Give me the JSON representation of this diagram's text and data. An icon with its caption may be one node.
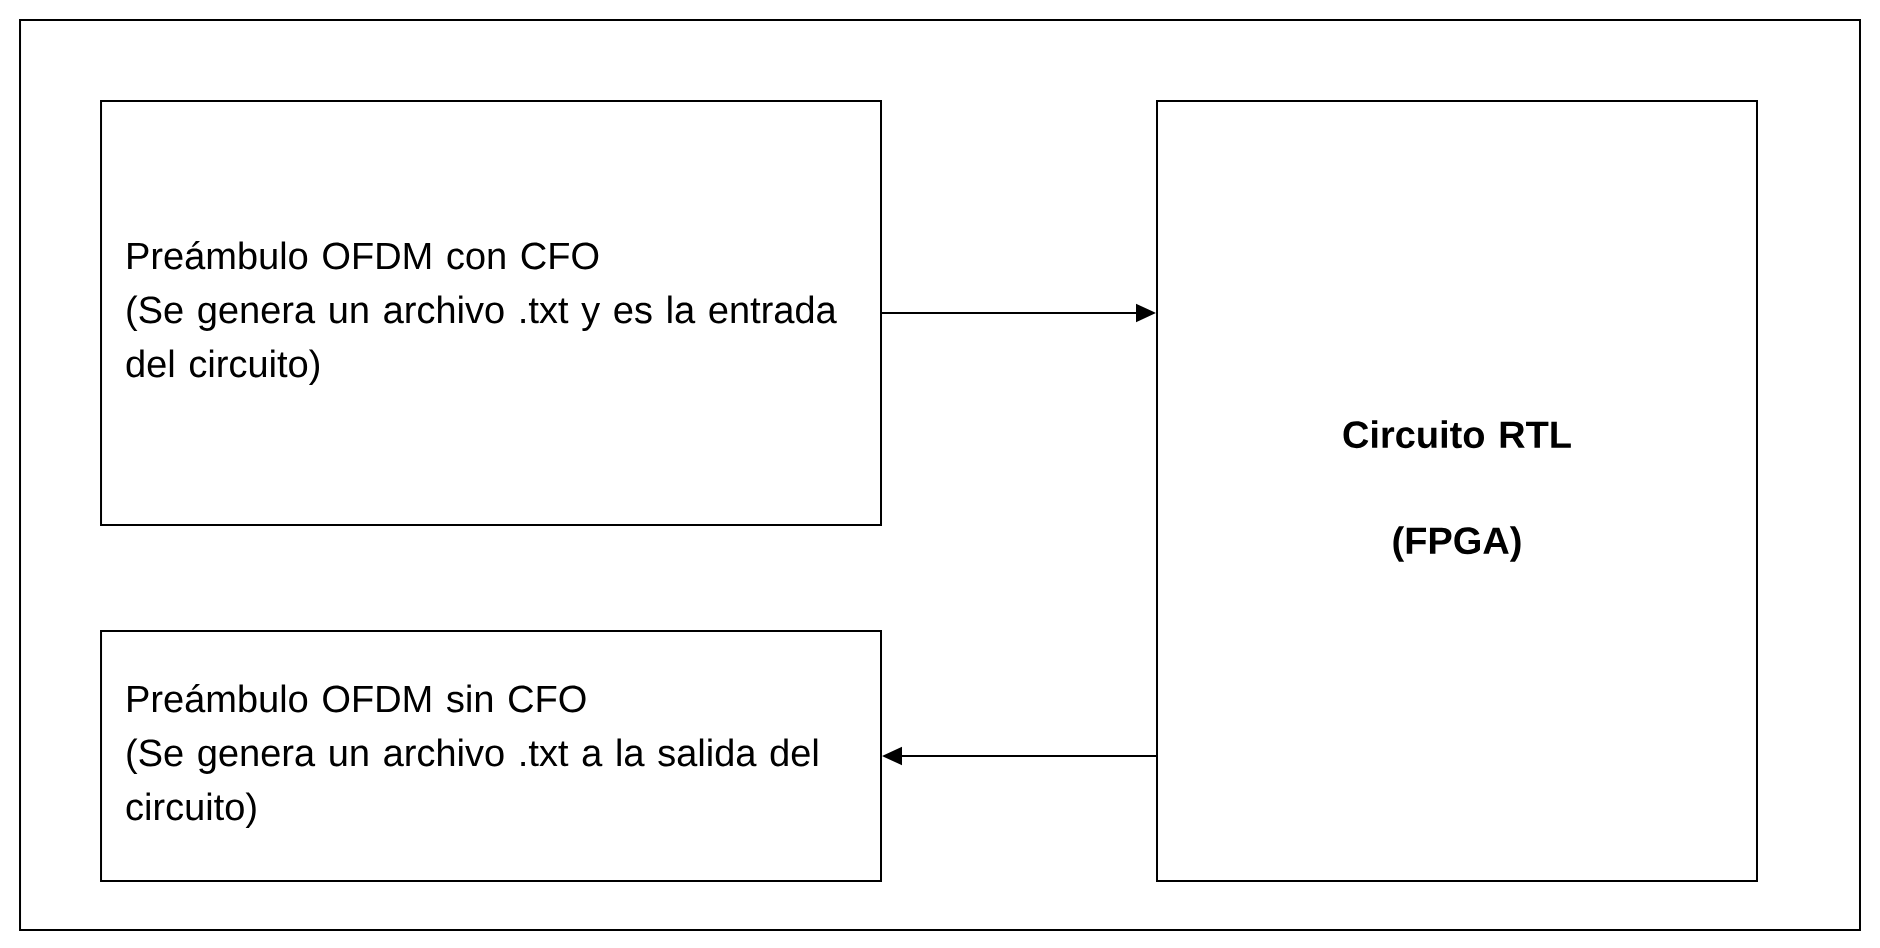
{
  "diagram": {
    "nodes": [
      {
        "text": [
          "Preámbulo OFDM con CFO",
          "(Se genera un archivo .txt y es la entrada del circuito)"
        ]
      },
      {
        "text": [
          "Circuito RTL",
          "(FPGA)"
        ]
      },
      {
        "text": [
          "Preámbulo OFDM sin CFO",
          "(Se genera un archivo .txt a la salida del circuito)"
        ]
      }
    ],
    "edges": [
      {
        "from": 0,
        "to": 1,
        "arrow": "to"
      },
      {
        "from": 1,
        "to": 2,
        "arrow": "to"
      }
    ]
  }
}
